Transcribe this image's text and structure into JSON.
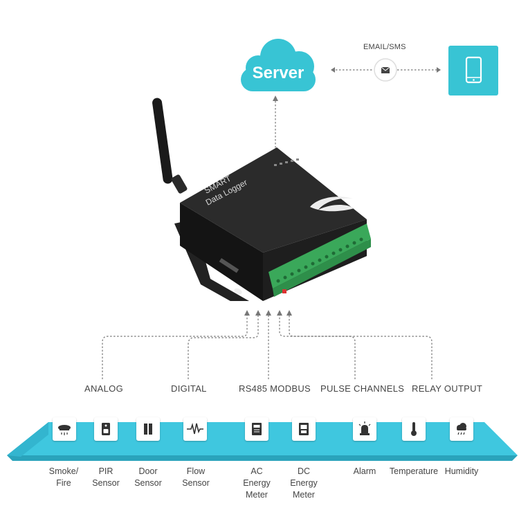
{
  "server": {
    "label": "Server"
  },
  "link": {
    "label": "EMAIL/SMS",
    "icon": "envelope-icon"
  },
  "device": {
    "line1": "SMART",
    "line2": "Data Logger"
  },
  "channels": [
    {
      "label": "ANALOG"
    },
    {
      "label": "DIGITAL"
    },
    {
      "label": "RS485 MODBUS"
    },
    {
      "label": "PULSE CHANNELS"
    },
    {
      "label": "RELAY OUTPUT"
    }
  ],
  "sensors": [
    {
      "lines": [
        "Smoke/",
        "Fire"
      ],
      "icon": "smoke-detector-icon"
    },
    {
      "lines": [
        "PIR",
        "Sensor"
      ],
      "icon": "pir-sensor-icon"
    },
    {
      "lines": [
        "Door",
        "Sensor"
      ],
      "icon": "door-sensor-icon"
    },
    {
      "lines": [
        "Flow",
        "Sensor"
      ],
      "icon": "flow-wave-icon"
    },
    {
      "lines": [
        "AC",
        "Energy",
        "Meter"
      ],
      "icon": "ac-meter-icon"
    },
    {
      "lines": [
        "DC",
        "Energy",
        "Meter"
      ],
      "icon": "dc-meter-icon"
    },
    {
      "lines": [
        "Alarm"
      ],
      "icon": "alarm-light-icon"
    },
    {
      "lines": [
        "Temperature"
      ],
      "icon": "thermometer-icon"
    },
    {
      "lines": [
        "Humidity"
      ],
      "icon": "humidity-cloud-icon"
    }
  ],
  "colors": {
    "accent": "#38c4d4",
    "band": "#3fc7df",
    "device": "#1b1b1b",
    "terminal": "#3aa85a"
  }
}
